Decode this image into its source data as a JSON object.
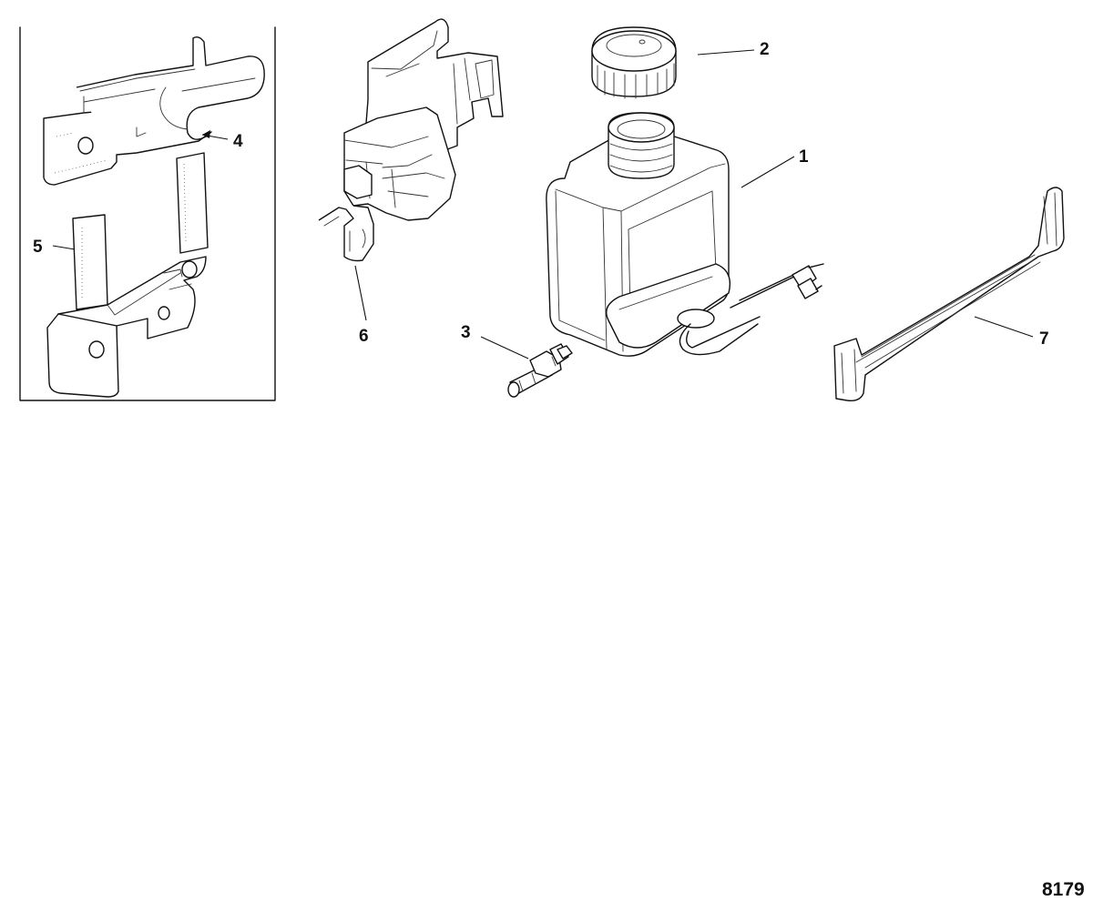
{
  "callouts": {
    "c1": "1",
    "c2": "2",
    "c3": "3",
    "c4": "4",
    "c5": "5",
    "c6": "6",
    "c7": "7"
  },
  "figure_number": "8179"
}
